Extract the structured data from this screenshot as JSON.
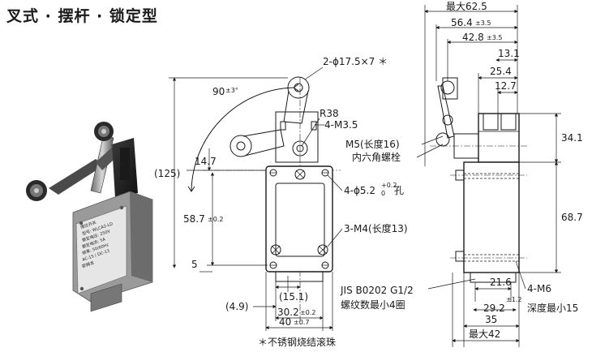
{
  "title": "叉式 · 摆杆 · 锁定型",
  "labels": {
    "roller_note": "2-ϕ17.5×7 ＊",
    "angle": "90",
    "angle_tol": "±3°",
    "r38": "R38",
    "m35": "4-M3.5",
    "d125": "(125)",
    "d147": "14.7",
    "hole": "4-ϕ5.2",
    "hole_tol_up": "+0.2",
    "hole_tol_dn": "0",
    "hole_suffix": "孔",
    "d587": "58.7",
    "d587_tol": "±0.2",
    "m4": "3-M4(长度13)",
    "d5": "5",
    "d151": "(15.1)",
    "d49": "(4.9)",
    "d302": "30.2",
    "d302_tol": "±0.2",
    "d40": "40",
    "d40_tol": "±0.7",
    "footnote": "＊不锈钢烧结滚珠",
    "max625": "最大62.5",
    "d564": "56.4",
    "d564_tol": "±3.5",
    "d428": "42.8",
    "d428_tol": "±3.5",
    "d131": "13.1",
    "d254": "25.4",
    "d127": "12.7",
    "m5_line1": "M5(长度16)",
    "m5_line2": "内六角螺栓",
    "d341": "34.1",
    "d687": "68.7",
    "jis_line1": "JIS B0202 G1/2",
    "jis_line2": "螺纹数最小4圈",
    "d216": "21.6",
    "d292": "29.2",
    "d292_tol": "±1.2",
    "m6_line1": "4-M6",
    "m6_line2": "深度最小15",
    "d35": "35",
    "max42": "最大42"
  },
  "nameplate_lines": [
    "限位开关",
    "型号: WLCA2-LD",
    "额定电压: 250V",
    "额定电流: 5A",
    "频率: 50/60Hz",
    "AC-15 / DC-13",
    "欧姆龙"
  ]
}
